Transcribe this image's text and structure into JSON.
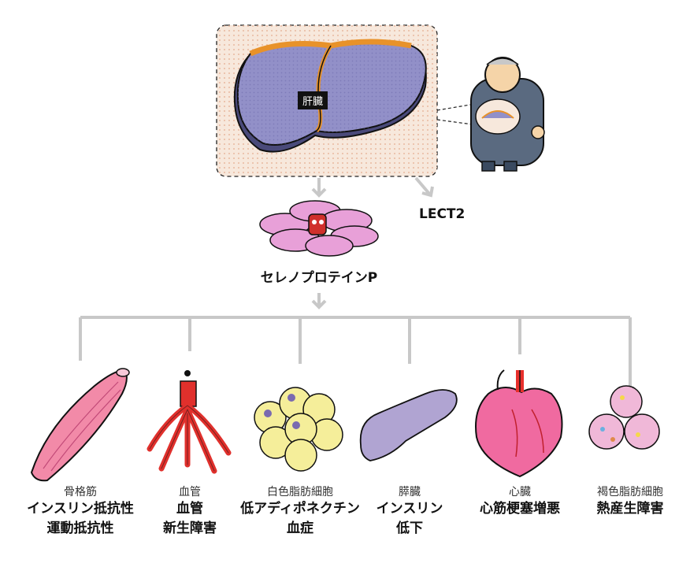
{
  "liver_label": "肝臓",
  "lect2_label": "LECT2",
  "selenoprotein_label": "セレノプロテインP",
  "targets": [
    {
      "organ": "骨格筋",
      "effects": [
        "インスリン抵抗性",
        "運動抵抗性"
      ]
    },
    {
      "organ": "血管",
      "effects": [
        "血管",
        "新生障害"
      ]
    },
    {
      "organ": "白色脂肪細胞",
      "effects": [
        "低アディポネクチン",
        "血症"
      ]
    },
    {
      "organ": "膵臓",
      "effects": [
        "インスリン",
        "低下"
      ]
    },
    {
      "organ": "心臓",
      "effects": [
        "心筋梗塞増悪"
      ]
    },
    {
      "organ": "褐色脂肪細胞",
      "effects": [
        "熱産生障害"
      ]
    }
  ],
  "colors": {
    "liver": "#9290c8",
    "liver_edge": "#e8922a",
    "panel_bg": "#f7e8dc",
    "arrow": "#c8c8c8",
    "cell_pink": "#e8a0d8",
    "muscle": "#f28aa8",
    "vessel": "#e0302c",
    "fat_yellow": "#f5ee9a",
    "pancreas": "#b0a4d2",
    "heart": "#f06aa0"
  }
}
